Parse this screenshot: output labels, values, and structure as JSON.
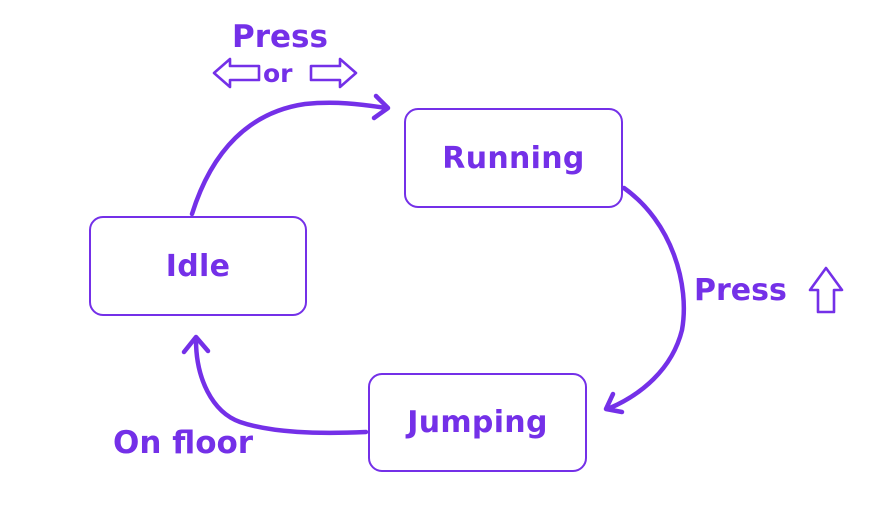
{
  "diagram": {
    "states": {
      "idle": "Idle",
      "running": "Running",
      "jumping": "Jumping"
    },
    "transitions": {
      "idle_to_running": {
        "line1": "Press",
        "line2": "or",
        "icons": [
          "arrow-left-icon",
          "arrow-right-icon"
        ]
      },
      "running_to_jumping": {
        "label": "Press",
        "icons": [
          "arrow-up-icon"
        ]
      },
      "jumping_to_idle": {
        "label": "On floor"
      }
    },
    "colors": {
      "accent": "#7430e8",
      "background": "#ffffff"
    }
  }
}
